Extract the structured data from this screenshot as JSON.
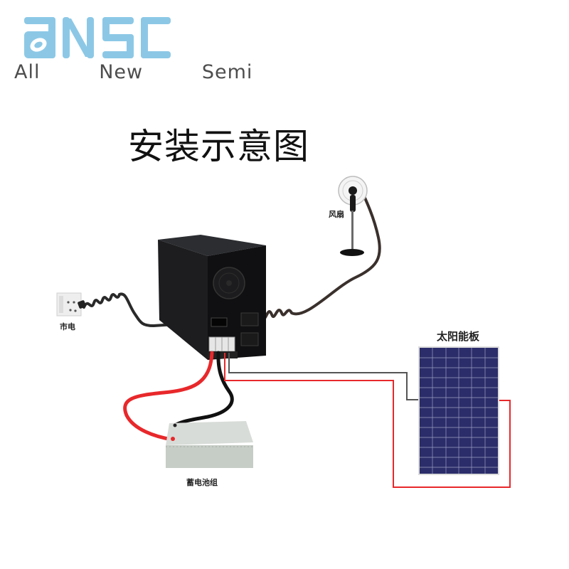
{
  "logo": {
    "mark": "aNSC",
    "tagline": "All   New   Semi",
    "color": "#8cc8e6",
    "tag_color": "#4d4d4d"
  },
  "title": "安装示意图",
  "components": {
    "fan": {
      "label": "风扇",
      "icon": "standing-fan-icon"
    },
    "grid": {
      "label": "市电",
      "icon": "wall-socket-icon"
    },
    "inverter": {
      "label": "",
      "icon": "inverter-cabinet-icon"
    },
    "battery": {
      "label": "蓄电池组",
      "icon": "battery-pack-icon"
    },
    "solar_panel": {
      "label": "太阳能板",
      "icon": "solar-panel-icon"
    }
  },
  "wiring_colors": {
    "positive": "#e8282b",
    "negative": "#111111",
    "pv_negative": "#555555",
    "ac_cable": "#2a2a2a"
  }
}
